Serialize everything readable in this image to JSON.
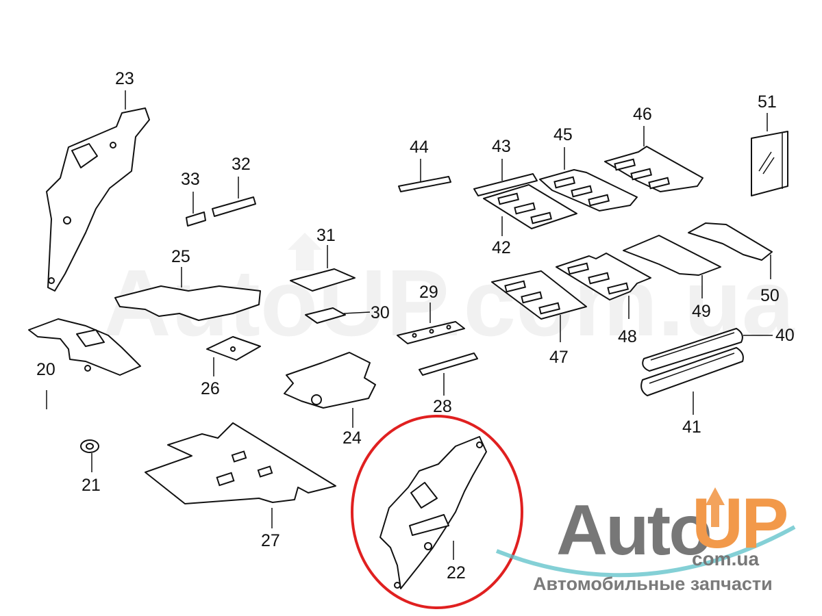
{
  "diagram": {
    "part_numbers": {
      "p20": "20",
      "p21": "21",
      "p22": "22",
      "p23": "23",
      "p24": "24",
      "p25": "25",
      "p26": "26",
      "p27": "27",
      "p28": "28",
      "p29": "29",
      "p30": "30",
      "p31": "31",
      "p32": "32",
      "p33": "33",
      "p40": "40",
      "p41": "41",
      "p42": "42",
      "p43": "43",
      "p44": "44",
      "p45": "45",
      "p46": "46",
      "p47": "47",
      "p48": "48",
      "p49": "49",
      "p50": "50",
      "p51": "51"
    },
    "highlighted_part": "22",
    "highlight_color": "#e02020"
  },
  "watermark": {
    "background_text": "AutoUP.com.ua",
    "logo_auto": "Auto",
    "logo_up": "UP",
    "logo_domain": "com.ua",
    "logo_tagline": "Автомобильные запчасти",
    "accent_color": "#f2994a",
    "swoosh_color": "#5bc0c8"
  }
}
